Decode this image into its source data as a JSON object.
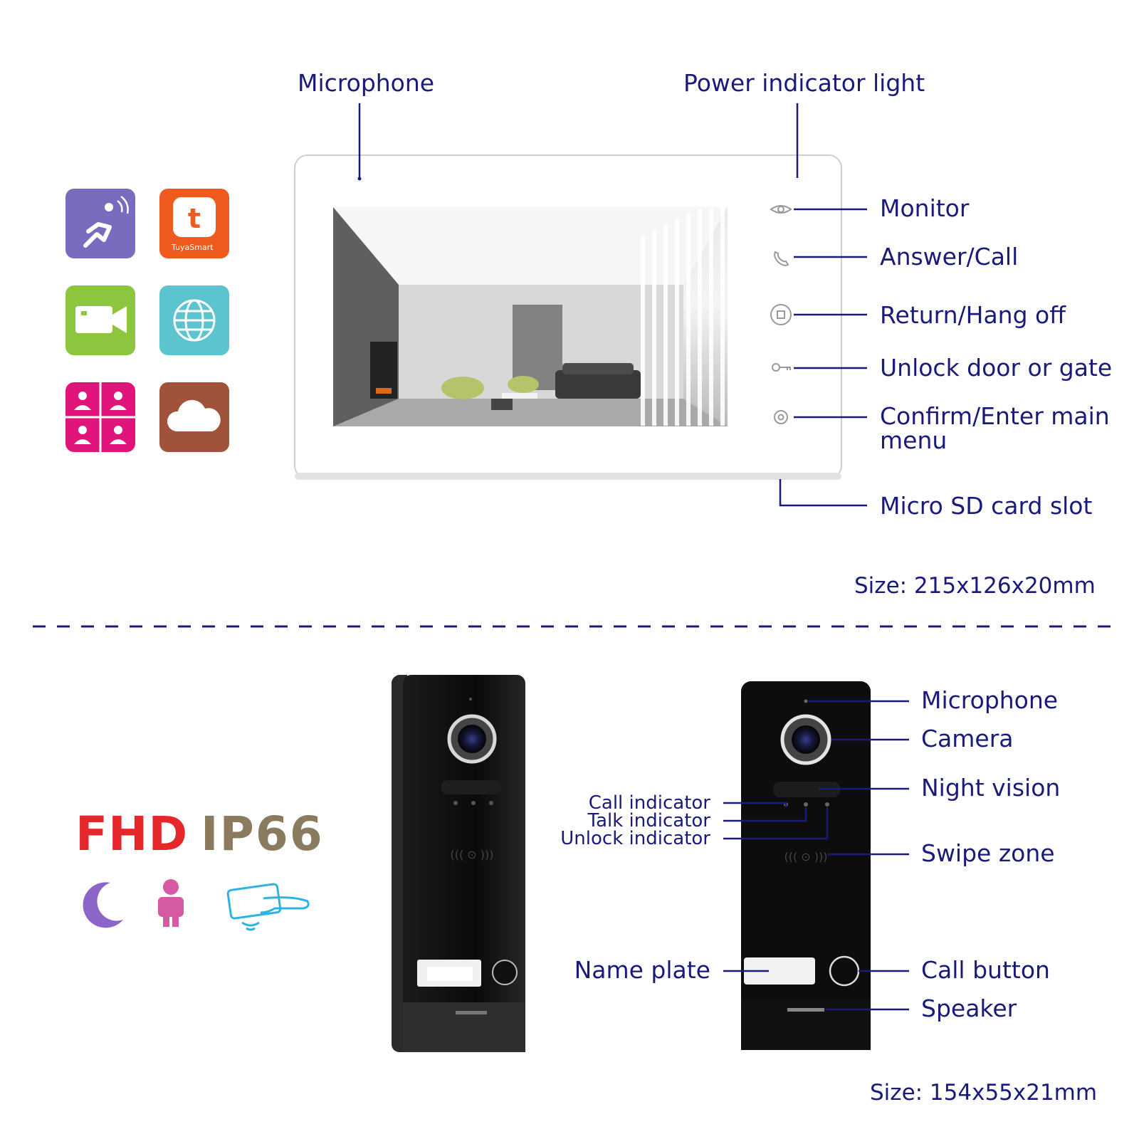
{
  "monitor": {
    "top_labels": {
      "microphone": "Microphone",
      "power_indicator": "Power indicator light"
    },
    "buttons": [
      {
        "label": "Monitor",
        "icon": "eye-icon"
      },
      {
        "label": "Answer/Call",
        "icon": "phone-icon"
      },
      {
        "label": "Return/Hang off",
        "icon": "home-square-icon"
      },
      {
        "label": "Unlock door or gate",
        "icon": "key-icon"
      },
      {
        "label_line1": "Confirm/Enter main",
        "label_line2": "menu",
        "icon": "gear-icon"
      }
    ],
    "sd_slot": "Micro SD card slot",
    "size": "Size: 215x126x20mm"
  },
  "feature_icons": {
    "tuya_text": "TuyaSmart",
    "tiles": [
      {
        "name": "motion-detection-icon",
        "color": "#7b6bbf"
      },
      {
        "name": "tuya-smart-icon",
        "color": "#ef5a1e"
      },
      {
        "name": "video-camera-icon",
        "color": "#8cc63f"
      },
      {
        "name": "globe-icon",
        "color": "#5bc4cf"
      },
      {
        "name": "quad-split-icon",
        "color": "#e0147a"
      },
      {
        "name": "cloud-icon",
        "color": "#a0533a"
      }
    ]
  },
  "doorbell": {
    "badges": {
      "fhd": "FHD",
      "ip": "IP66"
    },
    "labels_right": {
      "microphone": "Microphone",
      "camera": "Camera",
      "night_vision": "Night vision",
      "swipe_zone": "Swipe zone",
      "call_button": "Call button",
      "speaker": "Speaker"
    },
    "labels_left": {
      "call_indicator": "Call indicator",
      "talk_indicator": "Talk indicator",
      "unlock_indicator": "Unlock indicator",
      "name_plate": "Name plate"
    },
    "size": "Size: 154x55x21mm"
  },
  "colors": {
    "label": "#1a1a7a",
    "fhd_red": "#e5262b",
    "ip_brown": "#8a7a5e"
  }
}
